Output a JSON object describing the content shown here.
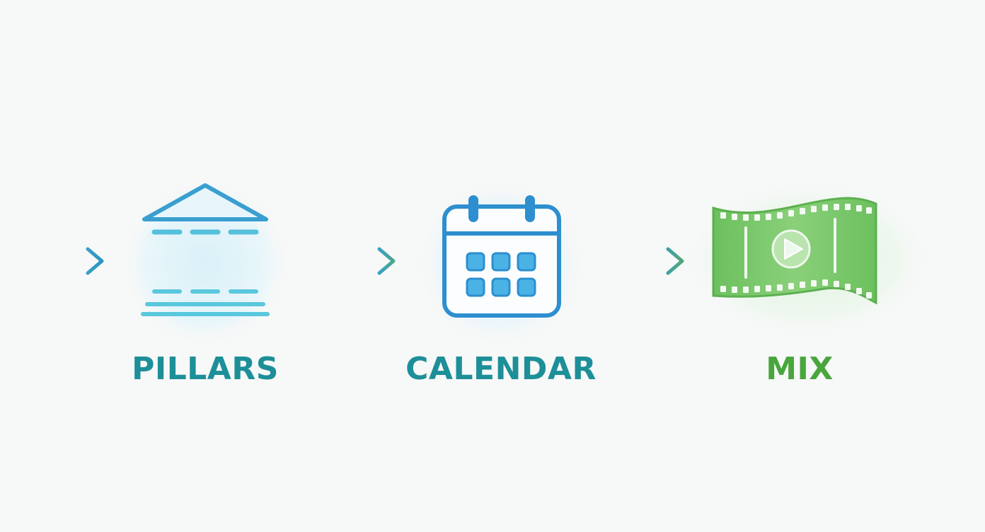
{
  "steps": [
    {
      "label": "PILLARS",
      "icon": "pillars-building-icon",
      "color": "#1d8f98"
    },
    {
      "label": "CALENDAR",
      "icon": "calendar-icon",
      "color": "#1d8f98"
    },
    {
      "label": "MIX",
      "icon": "film-strip-play-icon",
      "color": "#48a63c"
    }
  ],
  "colors": {
    "background": "#f7f8f8",
    "teal": "#1d8f98",
    "blue": "#2d8fcf",
    "cyan": "#5ac8dc",
    "green": "#48a63c",
    "green_light": "#8ad07a"
  }
}
